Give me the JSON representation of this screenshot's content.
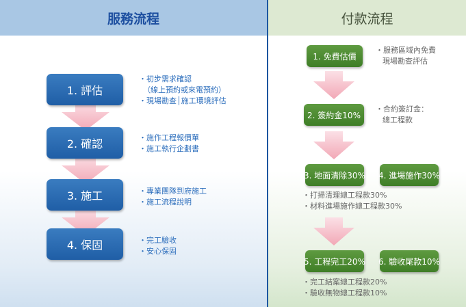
{
  "service": {
    "title": "服務流程",
    "steps": [
      {
        "label": "1. 評估",
        "notes": [
          "・初步需求確認",
          "（線上預約或來電預約）",
          "・現場勘查│施工環境評估"
        ]
      },
      {
        "label": "2. 確認",
        "notes": [
          "・施作工程報價單",
          "・施工執行企劃書"
        ]
      },
      {
        "label": "3. 施工",
        "notes": [
          "・專業團隊到府施工",
          "・施工流程說明"
        ]
      },
      {
        "label": "4. 保固",
        "notes": [
          "・完工驗收",
          "・安心保固"
        ]
      }
    ]
  },
  "payment": {
    "title": "付款流程",
    "steps": [
      {
        "label": "1. 免費估價"
      },
      {
        "label": "2. 簽約金10%"
      },
      {
        "label": "3. 地面清除30%"
      },
      {
        "label": "4. 進場施作30%"
      },
      {
        "label": "5. 工程完工20%"
      },
      {
        "label": "6. 驗收尾款10%"
      }
    ],
    "notes": [
      [
        "・服務區域內免費",
        "現場勘查評估"
      ],
      [
        "・合約簽訂金：",
        "總工程款"
      ],
      [
        "・打掃清理總工程款30%",
        "・材料進場施作總工程款30%"
      ],
      [
        "・完工結案總工程款20%",
        "・驗收無物總工程款10%"
      ]
    ]
  },
  "colors": {
    "service_header_bg": "#a9c7e4",
    "service_title": "#1d4fa0",
    "payment_header_bg": "#dde9d2",
    "blue_step": "#2b6cb3",
    "green_step": "#4c8a30",
    "arrow": "#f7c6cf",
    "divider": "#1c56a0"
  }
}
